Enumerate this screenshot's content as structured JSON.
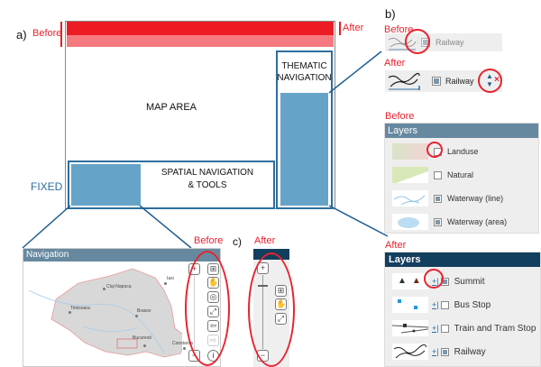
{
  "panel_a": {
    "label": "a)",
    "before_label": "Before",
    "after_label": "After",
    "map_area_label": "MAP AREA",
    "thematic_label_line1": "THEMATIC",
    "thematic_label_line2": "NAVIGATION",
    "spatial_label_line1": "SPATIAL NAVIGATION",
    "spatial_label_line2": "& TOOLS",
    "fixed_label": "FIXED",
    "colors": {
      "before_bar": "#ed1c24",
      "after_bar": "#f47a80",
      "frame_blue": "#2e6e9e",
      "fill_blue": "#66a3c8"
    }
  },
  "panel_b": {
    "label": "b)",
    "railway_before": {
      "state_label": "Before",
      "layer_name": "Railway"
    },
    "railway_after": {
      "state_label": "After",
      "layer_name": "Railway",
      "move_icon": "up-down-arrows-icon",
      "remove_icon": "close-x-icon"
    },
    "layers_before": {
      "state_label": "Before",
      "title": "Layers",
      "items": [
        {
          "name": "Landuse",
          "checked": false
        },
        {
          "name": "Natural",
          "checked": false
        },
        {
          "name": "Waterway (line)",
          "checked": true
        },
        {
          "name": "Waterway (area)",
          "checked": true
        }
      ]
    },
    "layers_after": {
      "state_label": "After",
      "title": "Layers",
      "items": [
        {
          "name": "Summit",
          "checked": true
        },
        {
          "name": "Bus Stop",
          "checked": false
        },
        {
          "name": "Train and Tram Stop",
          "checked": false
        },
        {
          "name": "Railway",
          "checked": true
        }
      ],
      "expand_symbol": "+|"
    }
  },
  "panel_c": {
    "label": "c)",
    "before_label": "Before",
    "after_label": "After",
    "navigation_title": "Navigation",
    "cities": [
      "Cluj-Napoca",
      "Iasi",
      "Timisoara",
      "Brasov",
      "Bucuresti",
      "Constanta"
    ],
    "zoom_in": "+",
    "zoom_out": "−",
    "before_tools": [
      "zoom-box-icon",
      "pan-hand-icon",
      "zoom-extent-icon",
      "fullscreen-icon",
      "back-arrow-icon",
      "forward-arrow-icon",
      "info-icon"
    ],
    "after_tools": [
      "zoom-box-icon",
      "pan-hand-icon",
      "fullscreen-icon"
    ]
  }
}
